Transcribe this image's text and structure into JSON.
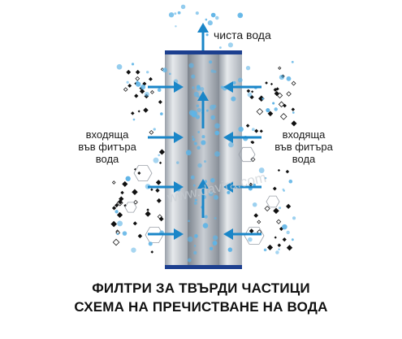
{
  "labels": {
    "clean_water": "чиста вода",
    "incoming_left": [
      "входяща",
      "във фитъра",
      "вода"
    ],
    "incoming_right": [
      "входяща",
      "във фитъра",
      "вода"
    ]
  },
  "caption": {
    "line1": "ФИЛТРИ ЗА ТВЪРДИ ЧАСТИЦИ",
    "line2": "СХЕМА НА ПРЕЧИСТВАНЕ НА ВОДА"
  },
  "watermark": "www.davira.com",
  "colors": {
    "arrow": "#1a86c8",
    "droplet": "#5fb4e6",
    "filter_band": "#1c3f8f",
    "filter_gray": "#b8bec6",
    "particle": "#111111"
  }
}
